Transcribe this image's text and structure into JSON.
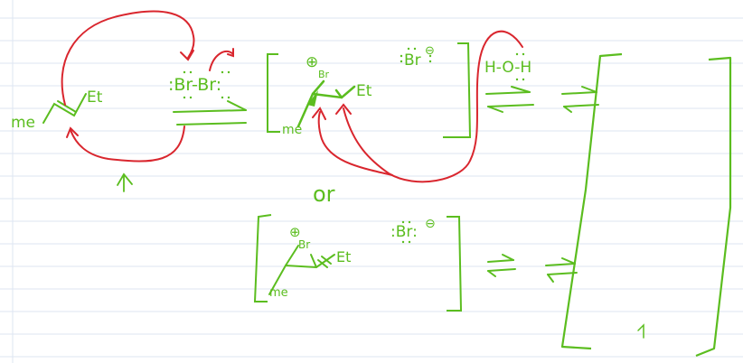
{
  "colors": {
    "ink_green": "#5bbd1f",
    "ink_red": "#d9262e",
    "rule_line": "#dde6f2",
    "margin_line": "#dde6f2",
    "paper": "#ffffff"
  },
  "starting_material": {
    "left_group": "me",
    "right_group": "Et"
  },
  "bromine": {
    "molecule": ":Br-Br:"
  },
  "intermediate_1": {
    "charge": "⊕",
    "bridge_atom": "Br",
    "left_group": "me",
    "right_group": "Et",
    "counter_ion": "Br",
    "counter_charge": "⊖"
  },
  "water": {
    "formula": "H-O-H"
  },
  "separator": "or",
  "intermediate_2": {
    "charge": "⊕",
    "bridge_atom": "Br",
    "left_group": "me",
    "right_group": "Et",
    "counter_ion": ":Br:",
    "counter_charge": "⊖"
  }
}
